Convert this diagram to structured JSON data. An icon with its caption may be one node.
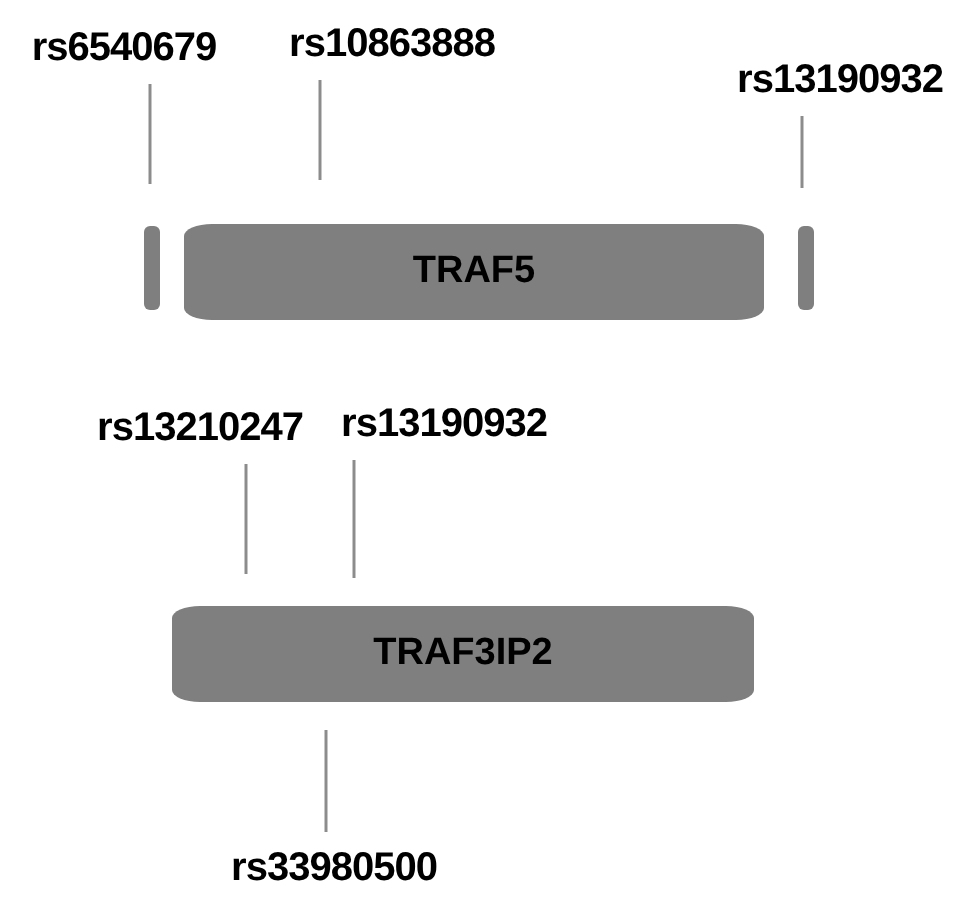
{
  "diagram": {
    "nodes": [
      {
        "text": [
          "rs6540679"
        ]
      },
      {
        "text": [
          "rs10863888"
        ]
      },
      {
        "text": [
          "rs13190932"
        ]
      },
      {
        "text": [],
        "shape": "bar"
      },
      {
        "text": [
          "TRAF5"
        ]
      },
      {
        "text": [],
        "shape": "bar"
      },
      {
        "text": [
          "rs13210247"
        ]
      },
      {
        "text": [
          "rs13190932"
        ]
      },
      {
        "text": [
          "TRAF3IP2"
        ]
      },
      {
        "text": [
          "rs33980500"
        ]
      }
    ],
    "edges": [
      {
        "from": 0,
        "to": null,
        "arrow": "none"
      },
      {
        "from": 1,
        "to": null,
        "arrow": "none"
      },
      {
        "from": 2,
        "to": null,
        "arrow": "none"
      },
      {
        "from": 6,
        "to": null,
        "arrow": "none"
      },
      {
        "from": 7,
        "to": null,
        "arrow": "none"
      },
      {
        "from": 9,
        "to": null,
        "arrow": "none"
      }
    ]
  }
}
